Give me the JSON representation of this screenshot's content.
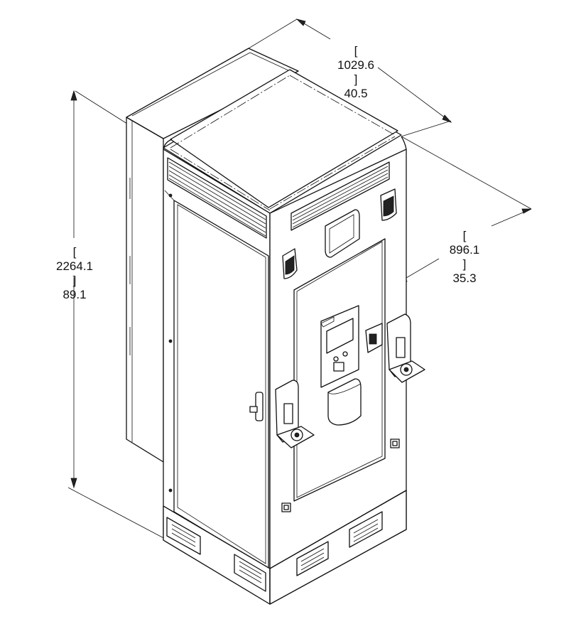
{
  "dimensions": {
    "width": {
      "metric": "1029.6",
      "imperial": "40.5"
    },
    "depth": {
      "metric": "896.1",
      "imperial": "35.3"
    },
    "height": {
      "metric": "2264.1",
      "imperial": "89.1"
    }
  }
}
